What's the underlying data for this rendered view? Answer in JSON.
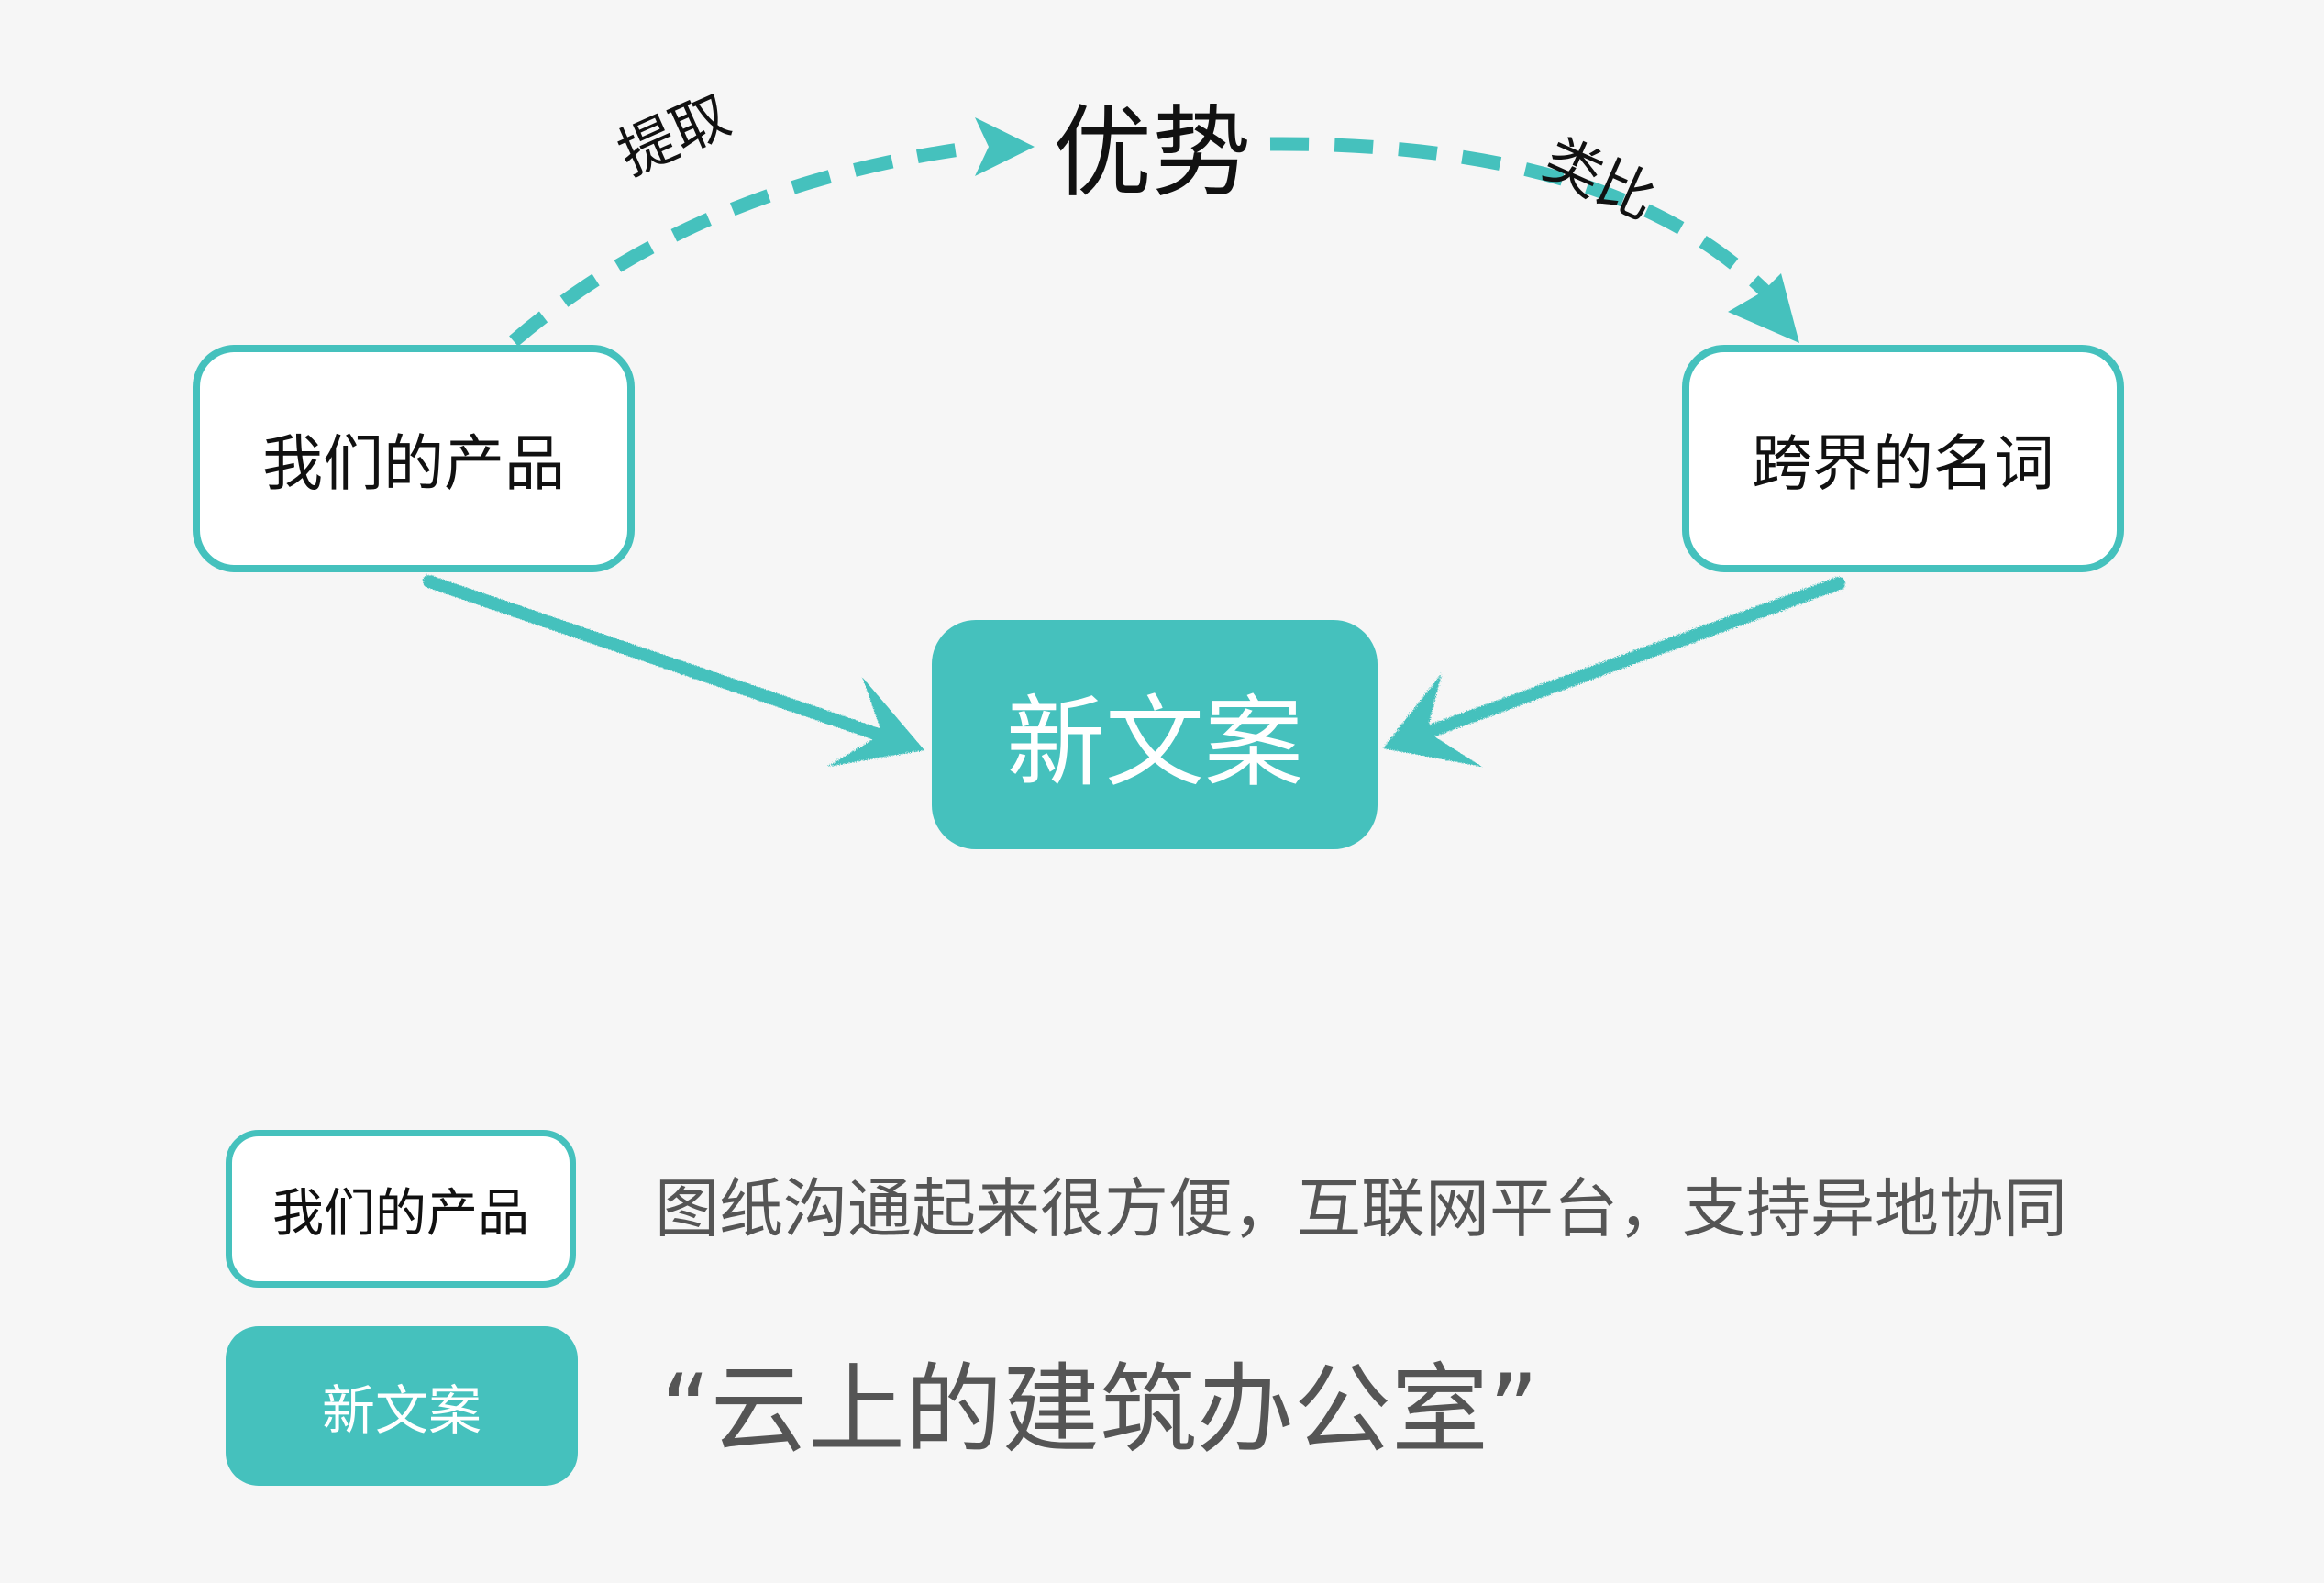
{
  "colors": {
    "accent": "#45c1bd",
    "background": "#f6f6f6",
    "text": "#111111",
    "legend_text": "#555555"
  },
  "nodes": {
    "product": "我们的产品",
    "advantage": "优势",
    "cross_term": "跨界的名词",
    "new_copy": "新文案"
  },
  "edges": {
    "extract": "提取",
    "analogy": "类比"
  },
  "legend": [
    {
      "box_label": "我们的产品",
      "description": "图纸沟通起来很方便，互联网平台，支持异地协同"
    },
    {
      "box_label": "新文案",
      "description": "“云上的建筑办公室”"
    }
  ]
}
